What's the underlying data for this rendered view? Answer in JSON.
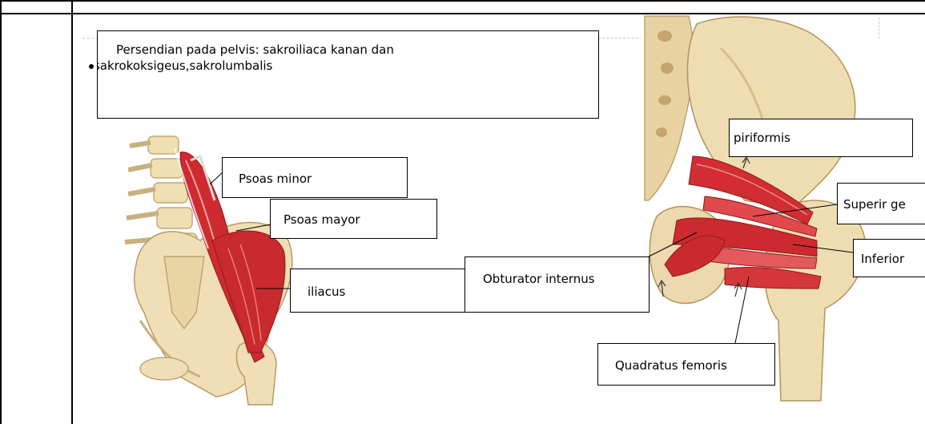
{
  "intro_box": {
    "line1": "Persendian pada pelvis: sakroiliaca kanan dan",
    "line2": "kiri,sakrokoksigeus,sakrolumbalis"
  },
  "left_figure": {
    "labels": {
      "psoas_minor": "Psoas minor",
      "psoas_mayor": "Psoas mayor",
      "iliacus": "iliacus"
    }
  },
  "right_figure": {
    "labels": {
      "obturator_internus": "Obturator internus",
      "piriformis": "piriformis",
      "superior_gemellus": "Superir ge",
      "inferior_gemellus": "Inferior",
      "quadratus_femoris": "Quadratus femoris"
    }
  },
  "colors": {
    "muscle": "#cf2a2f",
    "muscle_light": "#e86a66",
    "bone": "#eedcb3",
    "bone_shadow": "#c9b07d"
  }
}
